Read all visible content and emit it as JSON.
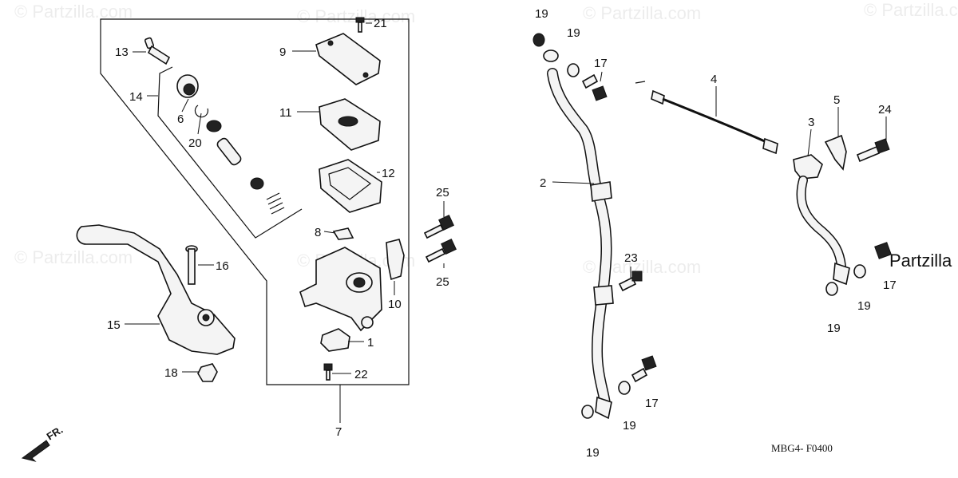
{
  "watermark_text": "© Partzilla.com",
  "brand_text": "Partzilla",
  "diagram_code": "MBG4- F0400",
  "front_indicator": "FR.",
  "callouts": {
    "c21": "21",
    "c9": "9",
    "c13": "13",
    "c14": "14",
    "c11": "11",
    "c6": "6",
    "c20": "20",
    "c12": "12",
    "c8": "8",
    "c25a": "25",
    "c25b": "25",
    "c16": "16",
    "c10": "10",
    "c15": "15",
    "c1": "1",
    "c18": "18",
    "c22": "22",
    "c7": "7",
    "c19a": "19",
    "c19b": "19",
    "c17a": "17",
    "c4": "4",
    "c5": "5",
    "c3": "3",
    "c24": "24",
    "c2": "2",
    "c23": "23",
    "c17b": "17",
    "c19c": "19",
    "c19d": "19",
    "c19e": "19",
    "c17c": "17",
    "c19f": "19"
  }
}
